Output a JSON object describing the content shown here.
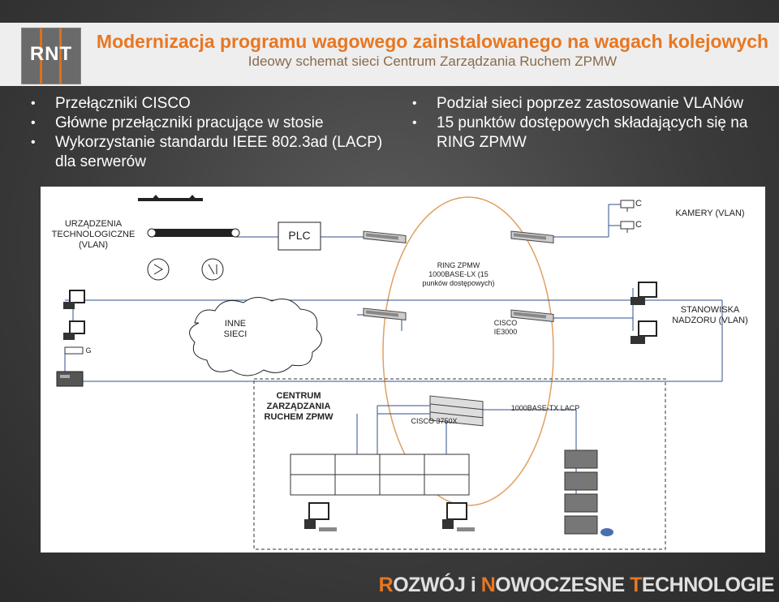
{
  "header": {
    "logo_text": "RNT",
    "title": "Modernizacja programu wagowego zainstalowanego na wagach kolejowych",
    "subtitle": "Ideowy schemat sieci Centrum Zarządzania Ruchem ZPMW"
  },
  "bullets_left": [
    "Przełączniki CISCO",
    "Główne przełączniki pracujące w stosie",
    "Wykorzystanie standardu IEEE 802.3ad (LACP) dla serwerów"
  ],
  "bullets_right": [
    "Podział sieci poprzez zastosowanie VLANów",
    "15 punktów dostępowych składających się na RING ZPMW"
  ],
  "diagram": {
    "devices_label": "URZĄDZENIA TECHNOLOGICZNE (VLAN)",
    "plc_label": "PLC",
    "cameras_label": "KAMERY (VLAN)",
    "ring_label": "RING ZPMW 1000BASE-LX (15 punków dostępowych)",
    "other_networks_label": "INNE SIECI",
    "ie3000_label": "CISCO IE3000",
    "stations_label": "STANOWISKA NADZORU (VLAN)",
    "center_label": "CENTRUM ZARZĄDZANIA RUCHEM ZPMW",
    "core_switch_label": "CISCO 3750X",
    "lacp_label": "1000BASE-TX LACP",
    "cam_glyph_1": "C",
    "cam_glyph_2": "C",
    "gate_glyph": "G"
  },
  "footer": {
    "r": "R",
    "r_rest": "OZWÓJ i ",
    "n": "N",
    "n_rest": "OWOCZESNE ",
    "t": "T",
    "t_rest": "ECHNOLOGIE"
  },
  "colors": {
    "accent": "#e87722",
    "ring": "#e0a060",
    "line": "#2f4f8f"
  }
}
